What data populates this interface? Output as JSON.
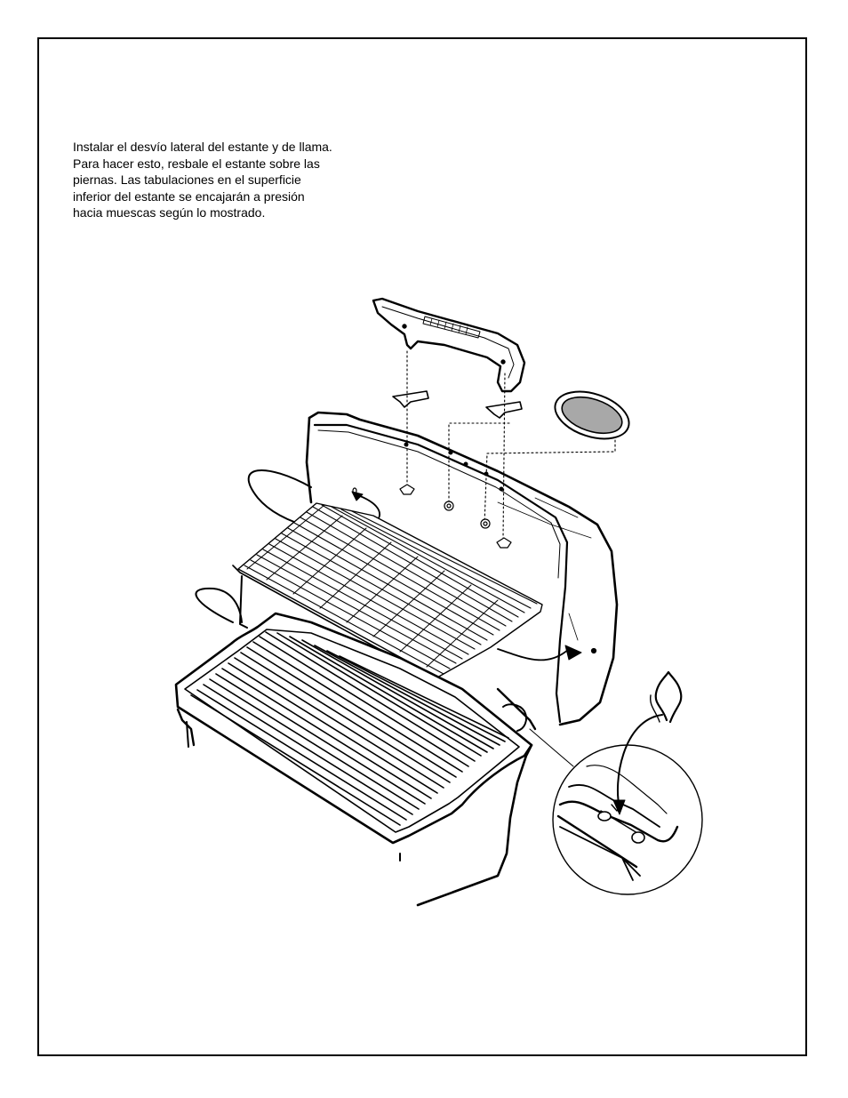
{
  "instructions": {
    "lines": [
      "Instalar el desvío lateral del estante y de llama.",
      "Para hacer esto, resbale el estante sobre las",
      "piernas. Las tabulaciones en el superficie",
      "inferior del estante se encajarán a presión",
      "hacia muescas según lo mostrado."
    ]
  }
}
